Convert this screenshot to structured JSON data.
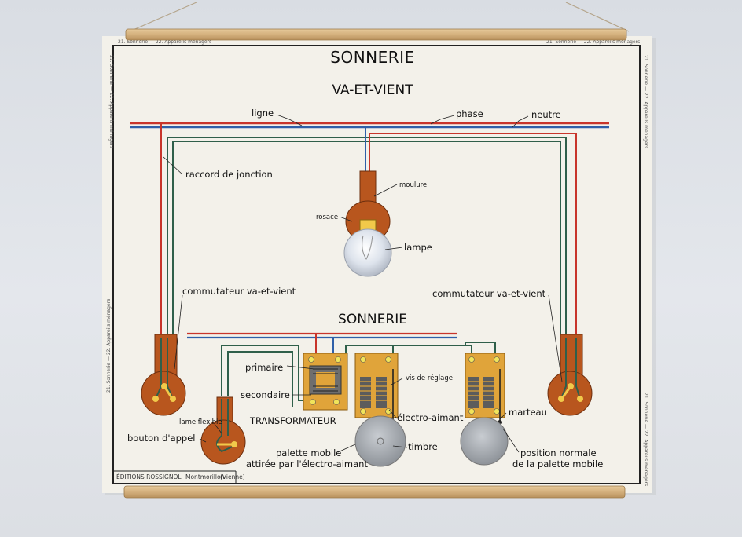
{
  "title": "SONNERIE",
  "subtitle": "VA-ET-VIENT",
  "section_title": "SONNERIE",
  "labels": {
    "ligne": "ligne",
    "phase": "phase",
    "neutre": "neutre",
    "raccord": "raccord de jonction",
    "moulure": "moulure",
    "rosace": "rosace",
    "lampe": "lampe",
    "commutateur_left": "commutateur va-et-vient",
    "commutateur_right": "commutateur va-et-vient",
    "primaire": "primaire",
    "secondaire": "secondaire",
    "transformateur": "TRANSFORMATEUR",
    "lame_flexible": "lame flexible",
    "bouton_appel": "bouton d'appel",
    "vis_reglage": "vis de réglage",
    "electro_aimant": "électro-aimant",
    "marteau": "marteau",
    "timbre": "timbre",
    "palette_line1": "palette mobile",
    "palette_line2": "attirée par l'électro-aimant",
    "position_line1": "position normale",
    "position_line2": "de la palette mobile"
  },
  "edge_caption": "21. Sonnerie — 22. Appareils ménagers",
  "publisher": {
    "name": "ÉDITIONS ROSSIGNOL",
    "city": "Montmorillon",
    "region": "(Vienne)"
  },
  "colors": {
    "phase_wire": "#c8352b",
    "neutre_wire": "#2f5fa8",
    "ground_wire": "#2f5f4a",
    "device_brown": "#b8561e",
    "device_orange": "#e0a43a",
    "bell_grey": "#a4a8ad",
    "poster_paper": "#f3f1ea",
    "wood_rod": "#d9b98a"
  }
}
